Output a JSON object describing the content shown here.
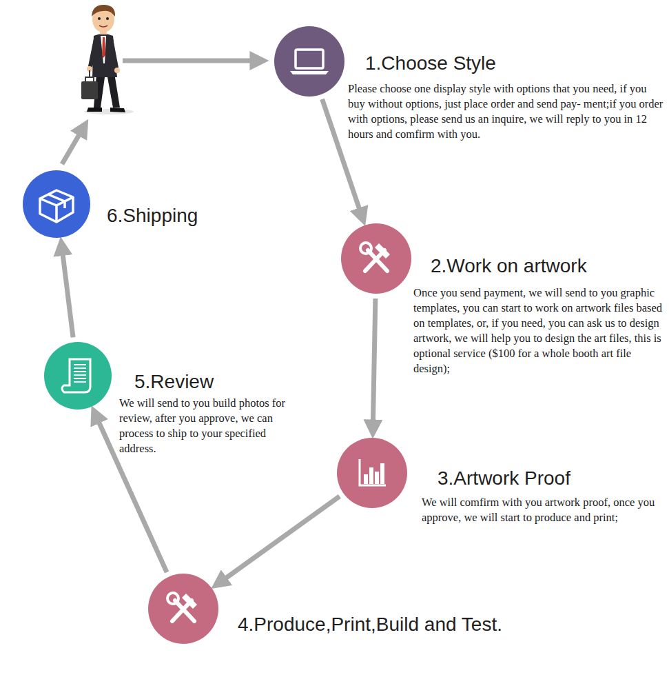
{
  "diagram": {
    "nodes": [
      {
        "text": [
          "1.Choose Style",
          "Please choose one display style with options that you need, if you buy without options, just place order and send pay- ment;if you order with options, please send us an inquire, we will reply to you in 12 hours and comfirm with you."
        ]
      },
      {
        "text": [
          "2.Work on artwork",
          "Once you send payment, we will send to you graphic templates, you can start to work on artwork files based on templates, or, if you need, you can ask us to design artwork, we will help you to design the art files, this is optional service ($100 for a whole booth art file design);"
        ]
      },
      {
        "text": [
          "3.Artwork Proof",
          "We will comfirm with you artwork proof, once you approve, we will start to produce and print;"
        ]
      },
      {
        "text": [
          "4.Produce,Print,Build and Test."
        ]
      },
      {
        "text": [
          "5.Review",
          "We will send to you build photos for review, after you approve, we can process to ship to your specified address."
        ]
      },
      {
        "text": [
          "6.Shipping"
        ]
      }
    ],
    "edges": [
      {
        "from": 0,
        "to": 1,
        "arrow": "to"
      },
      {
        "from": 1,
        "to": 2,
        "arrow": "to"
      },
      {
        "from": 2,
        "to": 3,
        "arrow": "to"
      },
      {
        "from": 3,
        "to": 4,
        "arrow": "to"
      },
      {
        "from": 4,
        "to": 5,
        "arrow": "to"
      }
    ]
  }
}
